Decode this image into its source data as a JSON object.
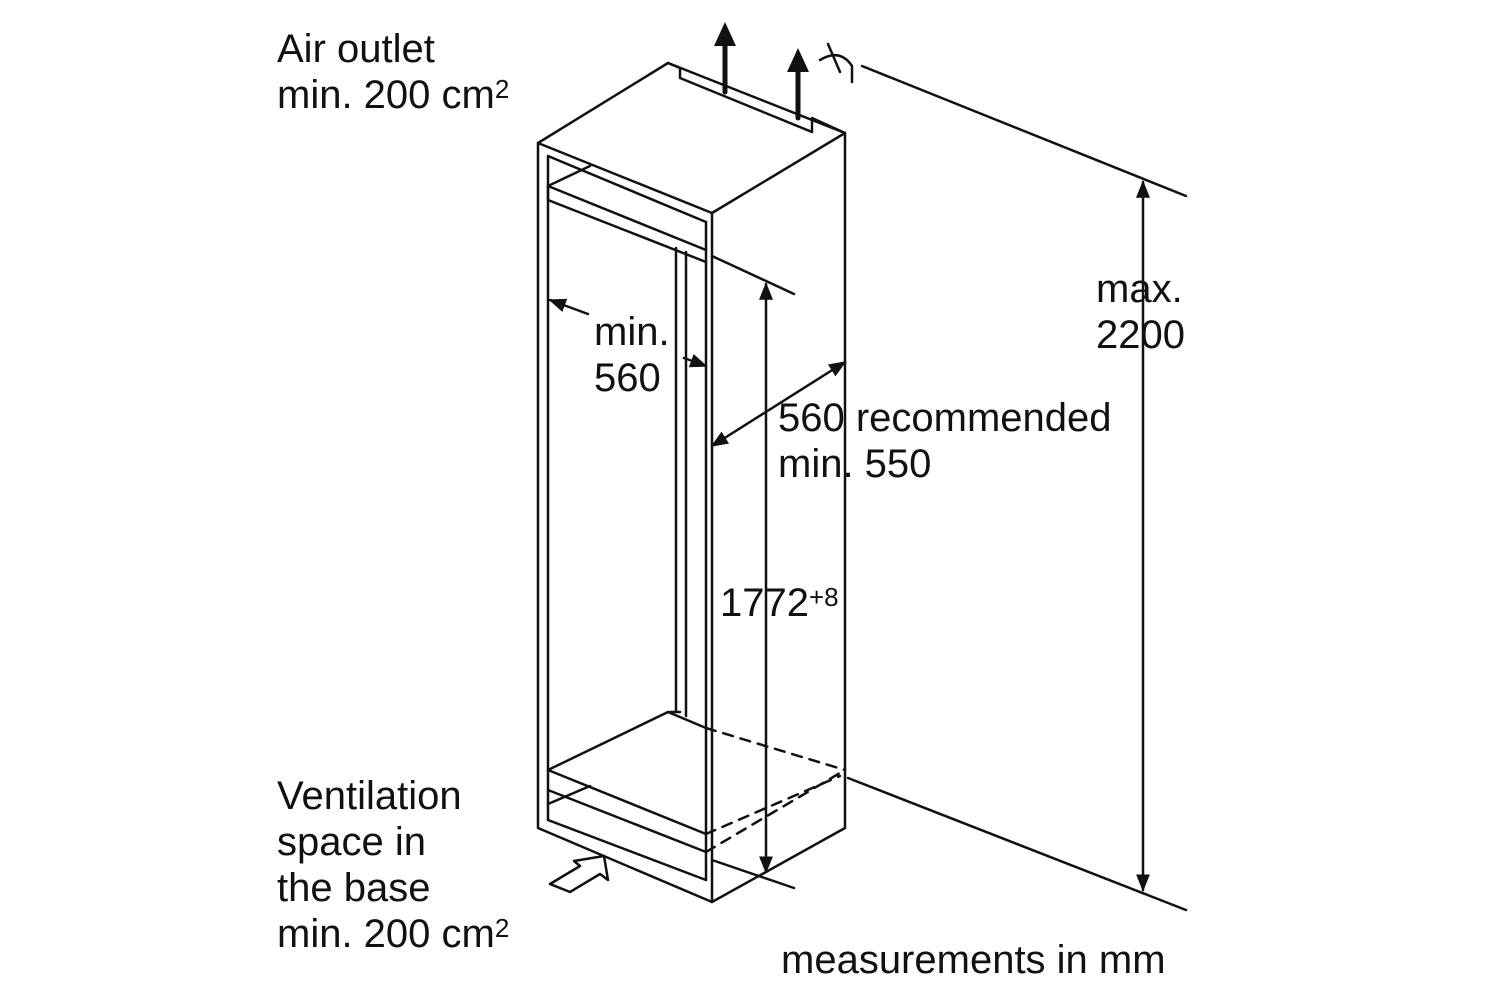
{
  "air_outlet": {
    "line1": "Air outlet",
    "line2": "min. 200 cm",
    "sup": "2"
  },
  "ventilation": {
    "line1": "Ventilation",
    "line2": "space in",
    "line3": "the base",
    "line4": "min. 200 cm",
    "sup": "2"
  },
  "width_inner": {
    "line1": "min.",
    "line2": "560"
  },
  "depth": {
    "line1": "560 recommended",
    "line2": "min. 550"
  },
  "niche_height": {
    "value": "1772",
    "tolerance": "+8"
  },
  "max_height": {
    "line1": "max.",
    "line2": "2200"
  },
  "footer": {
    "units": "measurements in mm"
  },
  "colors": {
    "line": "#111111",
    "background": "#ffffff"
  }
}
